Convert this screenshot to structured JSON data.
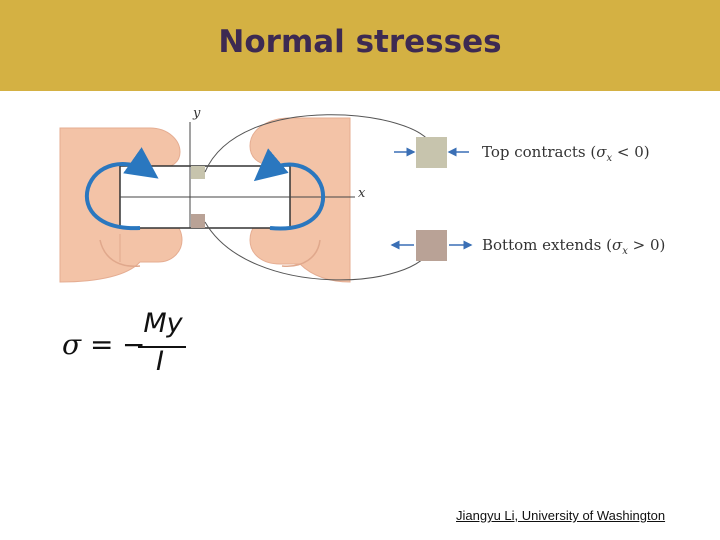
{
  "header": {
    "title": "Normal stresses"
  },
  "figure": {
    "axis_y": "y",
    "axis_x": "x",
    "top_label_prefix": "Top contracts (",
    "top_label_sub": "x",
    "top_label_suffix": " < 0)",
    "bottom_label_prefix": "Bottom extends (",
    "bottom_label_sub": "x",
    "bottom_label_suffix": " > 0)",
    "sigma_symbol": "σ",
    "colors": {
      "skin": "#f3c3a7",
      "arrow_blue": "#2a77bf",
      "top_element": "#c7c4ad",
      "bottom_element": "#b9a296"
    }
  },
  "formula": {
    "sigma": "σ",
    "equals": "=",
    "minus": "−",
    "numerator": "My",
    "denominator": "I"
  },
  "footer": {
    "credit": "Jiangyu Li, University of Washington"
  }
}
